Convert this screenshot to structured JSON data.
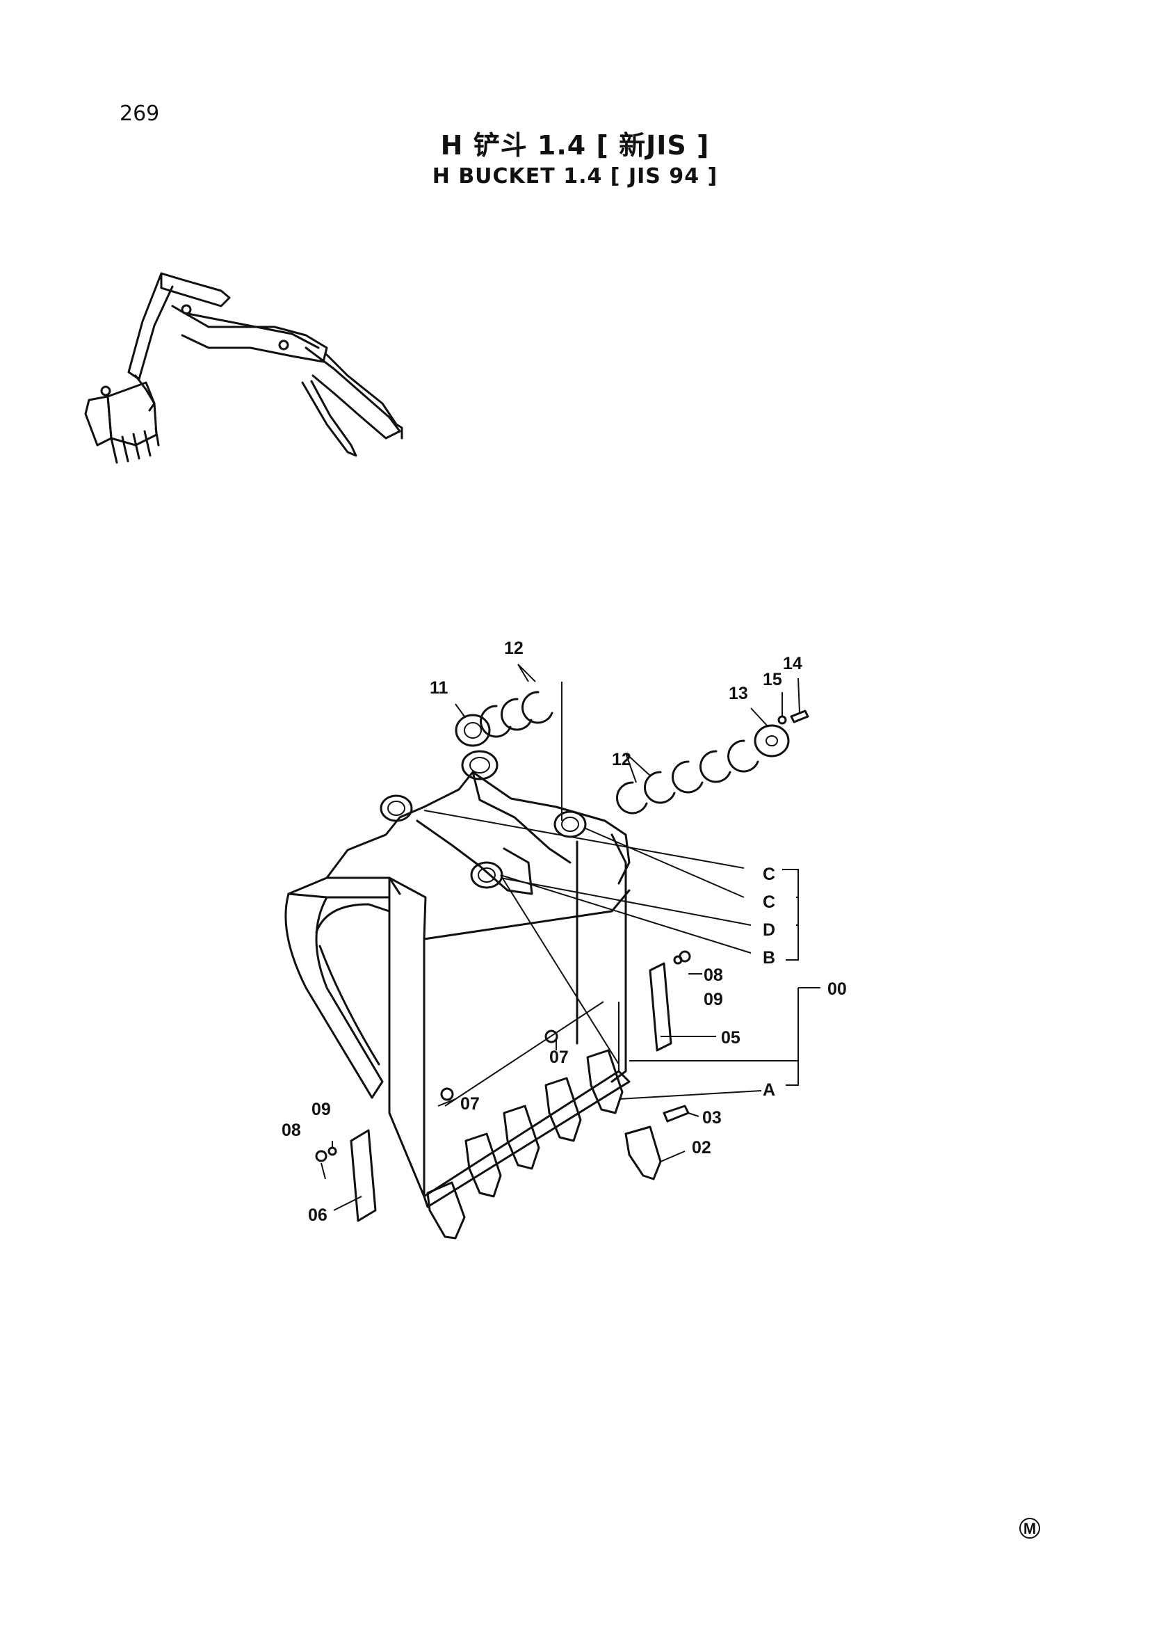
{
  "page": {
    "number": "269",
    "title_cn": "H 铲斗 1.4 [ 新JIS ]",
    "title_en": "H  BUCKET  1.4 [ JIS 94 ]",
    "corner_mark": "M"
  },
  "callouts": {
    "c00": "00",
    "c02": "02",
    "c03": "03",
    "c05": "05",
    "c06": "06",
    "c07a": "07",
    "c07b": "07",
    "c08a": "08",
    "c08b": "08",
    "c09a": "09",
    "c09b": "09",
    "c11": "11",
    "c12a": "12",
    "c12b": "12",
    "c13": "13",
    "c14": "14",
    "c15": "15",
    "refA": "A",
    "refB": "B",
    "refC1": "C",
    "refC2": "C",
    "refD": "D"
  }
}
